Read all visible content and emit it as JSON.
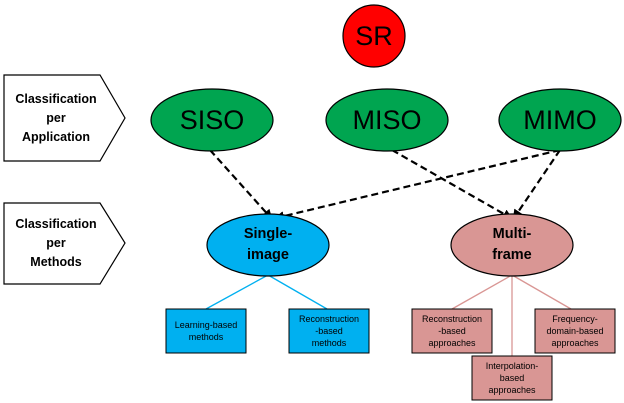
{
  "root": {
    "label": "SR",
    "color": "#ff0000"
  },
  "rows": [
    {
      "label": "Classification\nper\nApplication"
    },
    {
      "label": "Classification\nper\nMethods"
    }
  ],
  "application_nodes": [
    {
      "label": "SISO",
      "color": "#00a550"
    },
    {
      "label": "MISO",
      "color": "#00a550"
    },
    {
      "label": "MIMO",
      "color": "#00a550"
    }
  ],
  "method_nodes": {
    "single_image": {
      "label": "Single-\nimage",
      "color": "#00b0f0"
    },
    "multi_frame": {
      "label": "Multi-\nframe",
      "color": "#d99694"
    }
  },
  "single_image_leaves": [
    {
      "label": "Learning-based\nmethods"
    },
    {
      "label": "Reconstruction\n-based\nmethods"
    }
  ],
  "multi_frame_leaves": [
    {
      "label": "Reconstruction\n-based\napproaches"
    },
    {
      "label": "Interpolation-\nbased\napproaches"
    },
    {
      "label": "Frequency-\ndomain-based\napproaches"
    }
  ]
}
